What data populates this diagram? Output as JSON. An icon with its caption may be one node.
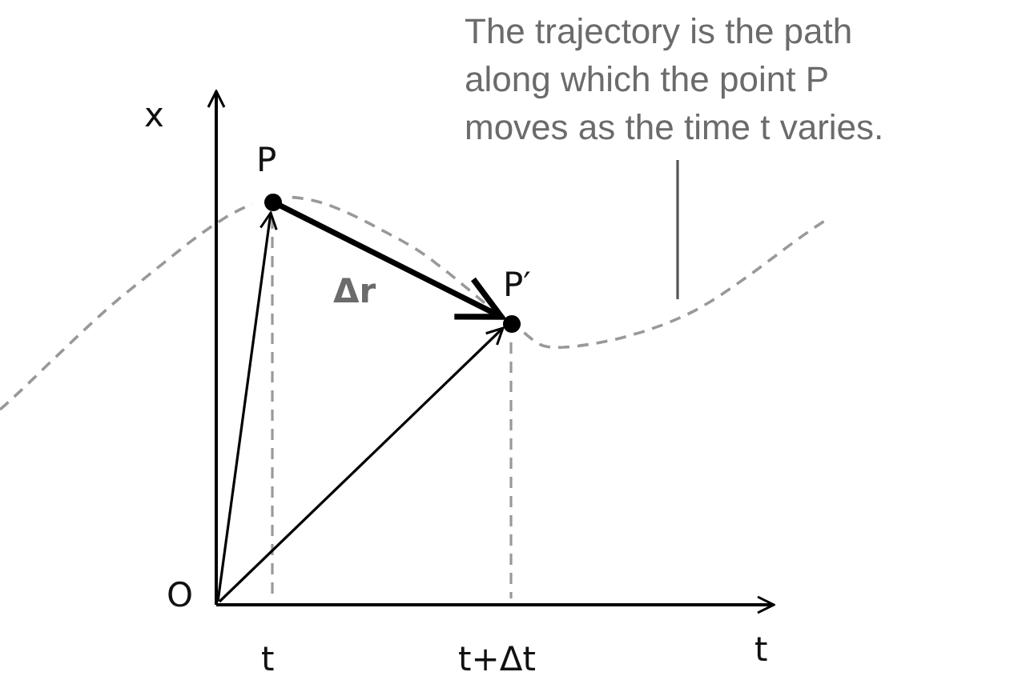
{
  "diagram": {
    "nodes": [
      {
        "text": [
          "O"
        ]
      },
      {
        "text": [
          "P"
        ]
      },
      {
        "text": [
          "P′"
        ]
      },
      {
        "text": [
          "The trajectory is the path along which the point P moves as the time t varies."
        ]
      }
    ],
    "edges": [
      {
        "from": 0,
        "to": 1,
        "arrow": "to"
      },
      {
        "from": 0,
        "to": 2,
        "arrow": "to"
      },
      {
        "from": 1,
        "to": 2,
        "arrow": "to",
        "label": "Δr",
        "style": "thick"
      },
      {
        "from": 3,
        "to": null,
        "arrow": "none"
      }
    ],
    "labels": [
      "x",
      "t",
      "t",
      "t+Δt"
    ]
  }
}
